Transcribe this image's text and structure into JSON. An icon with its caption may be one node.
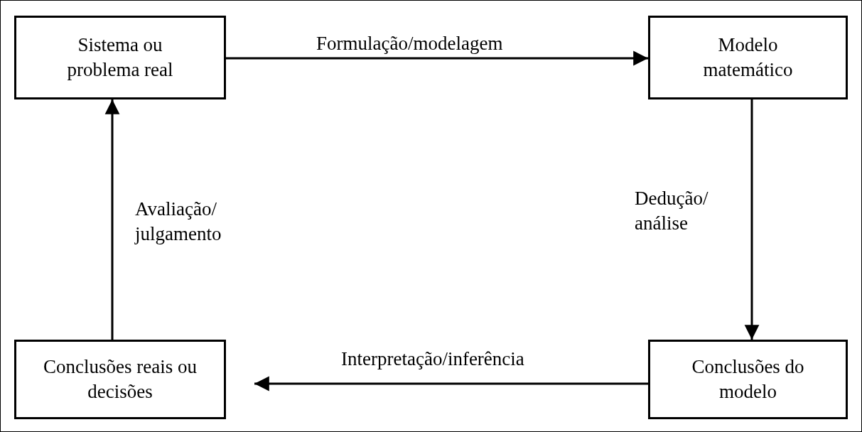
{
  "diagram": {
    "nodes": [
      {
        "text": [
          "Sistema ou problema real"
        ]
      },
      {
        "text": [
          "Modelo matemático"
        ]
      },
      {
        "text": [
          "Conclusões do modelo"
        ]
      },
      {
        "text": [
          "Conclusões reais ou decisões"
        ]
      }
    ],
    "edges": [
      {
        "from": 0,
        "to": 1,
        "arrow": "to",
        "label": "Formulação/modelagem"
      },
      {
        "from": 1,
        "to": 2,
        "arrow": "to",
        "label": "Dedução/ análise"
      },
      {
        "from": 2,
        "to": 3,
        "arrow": "to",
        "label": "Interpretação/inferência"
      },
      {
        "from": 3,
        "to": 0,
        "arrow": "to",
        "label": "Avaliação/ julgamento"
      }
    ]
  }
}
